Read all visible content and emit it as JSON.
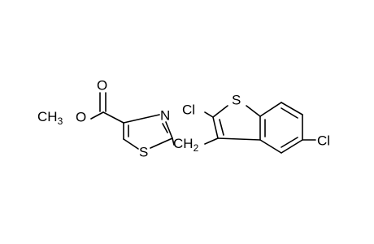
{
  "molecule": {
    "atoms": {
      "methyl": "CH",
      "methyl_sub": "3",
      "ester_oxygen": "O",
      "carbonyl_oxygen": "O",
      "thiazole_nitrogen": "N",
      "thiazole_sulfur": "S",
      "linker": "CH",
      "linker_sub": "2",
      "benzothiophene_sulfur": "S",
      "chlorine_2": "Cl",
      "chlorine_5": "Cl"
    }
  }
}
